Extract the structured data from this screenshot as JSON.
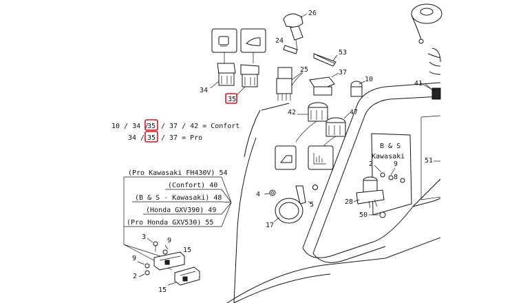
{
  "parts": {
    "p10": "10",
    "p24": "24",
    "p25": "25",
    "p26": "26",
    "p53": "53",
    "p34": "34",
    "p35": "35",
    "p37": "37",
    "p41": "41",
    "p42": "42",
    "p47": "47",
    "p51": "51",
    "p2": "2",
    "p9": "9",
    "p8": "8",
    "p28": "28",
    "p50": "50",
    "p4": "4",
    "p5": "5",
    "p17": "17",
    "p3": "3",
    "p9b": "9",
    "p15": "15",
    "p9c": "9",
    "p2b": "2",
    "p15b": "15"
  },
  "engine_box": {
    "line1": "B & S",
    "line2": "Kawasaki"
  },
  "legend": {
    "comfort": {
      "prefix": "10 / 34 /",
      "highlight": "35",
      "suffix": "/ 37 / 42 = Confort"
    },
    "pro": {
      "prefix": "34 /",
      "highlight": "35",
      "suffix": "/ 37 = Pro"
    }
  },
  "variants": [
    {
      "label": "(Pro Kawasaki FH430V) 54"
    },
    {
      "label": "(Confort) 40"
    },
    {
      "label": "(B & S - Kawasaki) 48"
    },
    {
      "label": "(Honda GXV390) 49"
    },
    {
      "label": "(Pro Honda GXV530) 55"
    }
  ],
  "icons": [
    "light-icon",
    "horn-icon",
    "choke-icon",
    "hour-meter-icon"
  ],
  "colors": {
    "highlight": "#e0121b",
    "line": "#111111"
  }
}
